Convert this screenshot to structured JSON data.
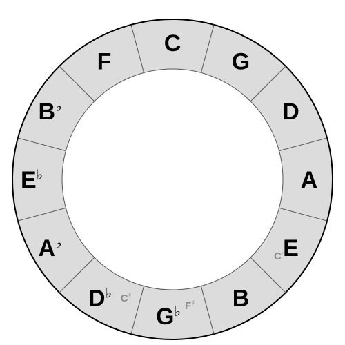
{
  "colors": {
    "ring_fill": "#dcdcdc",
    "ring_stroke": "#000000",
    "divider": "#555555",
    "center_fill": "#ffffff",
    "label": "#000000",
    "enharmonic_label": "#8c8c8c"
  },
  "segments": [
    {
      "note": "C",
      "accidental": ""
    },
    {
      "note": "G",
      "accidental": ""
    },
    {
      "note": "D",
      "accidental": ""
    },
    {
      "note": "A",
      "accidental": ""
    },
    {
      "note": "E",
      "accidental": ""
    },
    {
      "note": "B",
      "accidental": "",
      "enharmonic": {
        "note": "C",
        "accidental": "♭"
      }
    },
    {
      "note": "G",
      "accidental": "♭",
      "enharmonic": {
        "note": "F",
        "accidental": "♯"
      }
    },
    {
      "note": "D",
      "accidental": "♭",
      "enharmonic": {
        "note": "C",
        "accidental": "♯"
      }
    },
    {
      "note": "A",
      "accidental": "♭"
    },
    {
      "note": "E",
      "accidental": "♭"
    },
    {
      "note": "B",
      "accidental": "♭"
    },
    {
      "note": "F",
      "accidental": ""
    }
  ]
}
